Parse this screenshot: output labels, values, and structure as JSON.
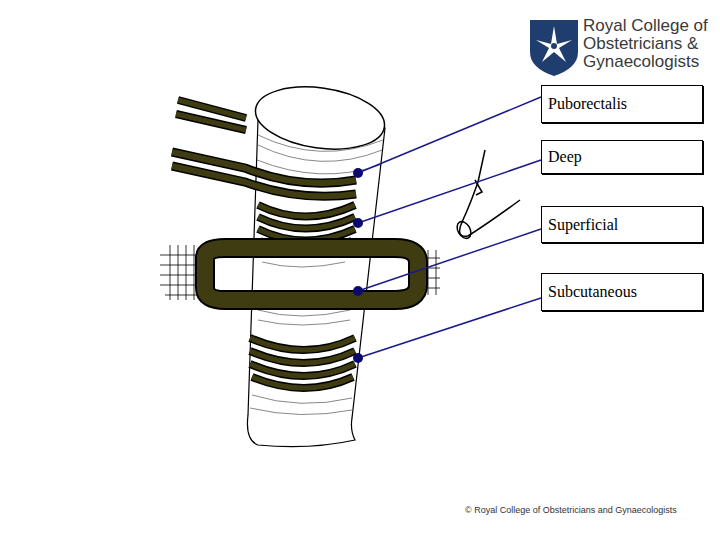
{
  "diagram": {
    "nodes": [
      {
        "text": [
          "Puborectalis"
        ]
      },
      {
        "text": [
          "Deep"
        ]
      },
      {
        "text": [
          "Superficial"
        ]
      },
      {
        "text": [
          "Subcutaneous"
        ]
      }
    ],
    "labels": [
      "Royal College of Obstetricians & Gynaecologists",
      "© Royal College of Obstetricians and Gynaecologists"
    ]
  }
}
